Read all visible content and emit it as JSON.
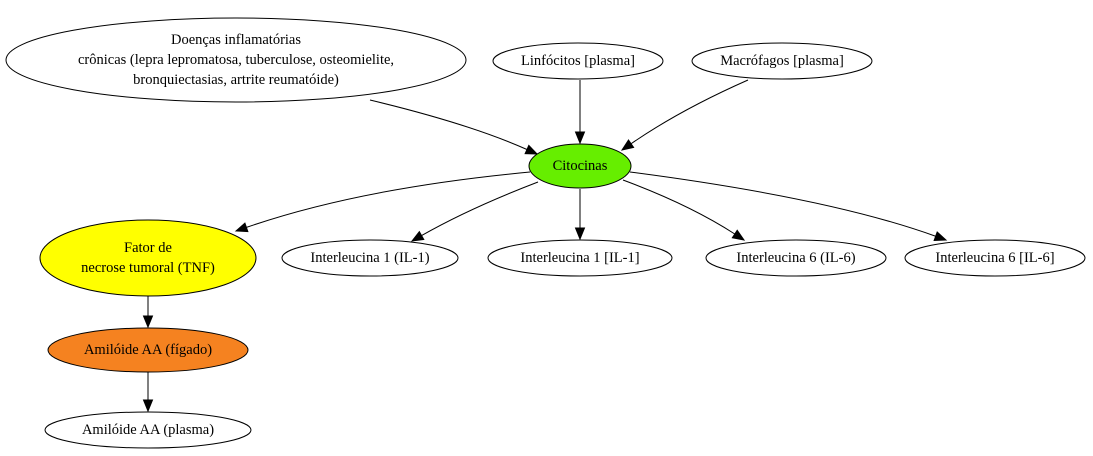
{
  "diagram": {
    "nodes": {
      "doencas": {
        "lines": [
          "Doenças inflamatórias",
          "crônicas (lepra lepromatosa, tuberculose, osteomielite,",
          "bronquiectasias, artrite reumatóide)"
        ],
        "fill": "#ffffff"
      },
      "linfocitos": {
        "lines": [
          "Linfócitos [plasma]"
        ],
        "fill": "#ffffff"
      },
      "macrofagos": {
        "lines": [
          "Macrófagos [plasma]"
        ],
        "fill": "#ffffff"
      },
      "citocinas": {
        "lines": [
          "Citocinas"
        ],
        "fill": "#66ee00"
      },
      "tnf": {
        "lines": [
          "Fator de",
          "necrose tumoral (TNF)"
        ],
        "fill": "#ffff00"
      },
      "il1_paren": {
        "lines": [
          "Interleucina 1 (IL-1)"
        ],
        "fill": "#ffffff"
      },
      "il1_bracket": {
        "lines": [
          "Interleucina 1 [IL-1]"
        ],
        "fill": "#ffffff"
      },
      "il6_paren": {
        "lines": [
          "Interleucina 6 (IL-6)"
        ],
        "fill": "#ffffff"
      },
      "il6_bracket": {
        "lines": [
          "Interleucina 6 [IL-6]"
        ],
        "fill": "#ffffff"
      },
      "amiloide_figado": {
        "lines": [
          "Amilóide AA (fígado)"
        ],
        "fill": "#f58220"
      },
      "amiloide_plasma": {
        "lines": [
          "Amilóide AA (plasma)"
        ],
        "fill": "#ffffff"
      }
    },
    "edges": [
      {
        "from": "doencas",
        "to": "citocinas"
      },
      {
        "from": "linfocitos",
        "to": "citocinas"
      },
      {
        "from": "macrofagos",
        "to": "citocinas"
      },
      {
        "from": "citocinas",
        "to": "tnf"
      },
      {
        "from": "citocinas",
        "to": "il1_paren"
      },
      {
        "from": "citocinas",
        "to": "il1_bracket"
      },
      {
        "from": "citocinas",
        "to": "il6_paren"
      },
      {
        "from": "citocinas",
        "to": "il6_bracket"
      },
      {
        "from": "tnf",
        "to": "amiloide_figado"
      },
      {
        "from": "amiloide_figado",
        "to": "amiloide_plasma"
      }
    ]
  }
}
